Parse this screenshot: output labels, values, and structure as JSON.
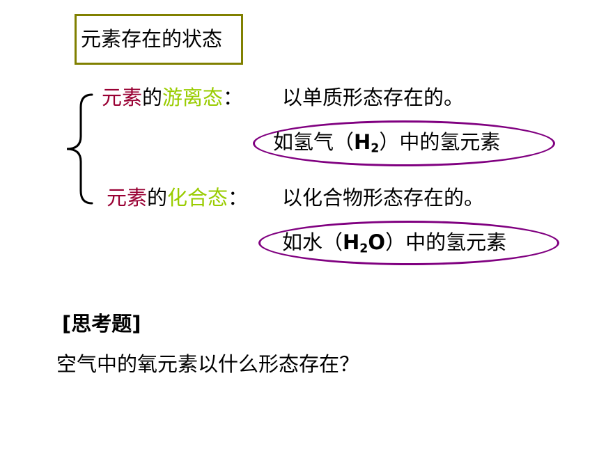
{
  "title": "元素存在的状态",
  "free_state": {
    "term": "元素",
    "particle": "的",
    "state": "游离态",
    "colon": "：",
    "definition": "以单质形态存在的。",
    "example_prefix": "如氢气（",
    "example_formula_main": "H",
    "example_formula_sub": "2",
    "example_suffix": "）中的氢元素"
  },
  "combined_state": {
    "term": "元素",
    "particle": "的",
    "state": "化合态",
    "colon": "：",
    "definition": "以化合物形态存在的。",
    "example_prefix": "如水（",
    "example_formula_main": "H",
    "example_formula_sub": "2",
    "example_formula_end": "O",
    "example_suffix": "）中的氢元素"
  },
  "question": {
    "label": "[思考题]",
    "text": "空气中的氧元素以什么形态存在？"
  },
  "colors": {
    "term": "#990033",
    "state": "#99cc00",
    "title_border": "#808000",
    "ellipse": "#800080"
  }
}
